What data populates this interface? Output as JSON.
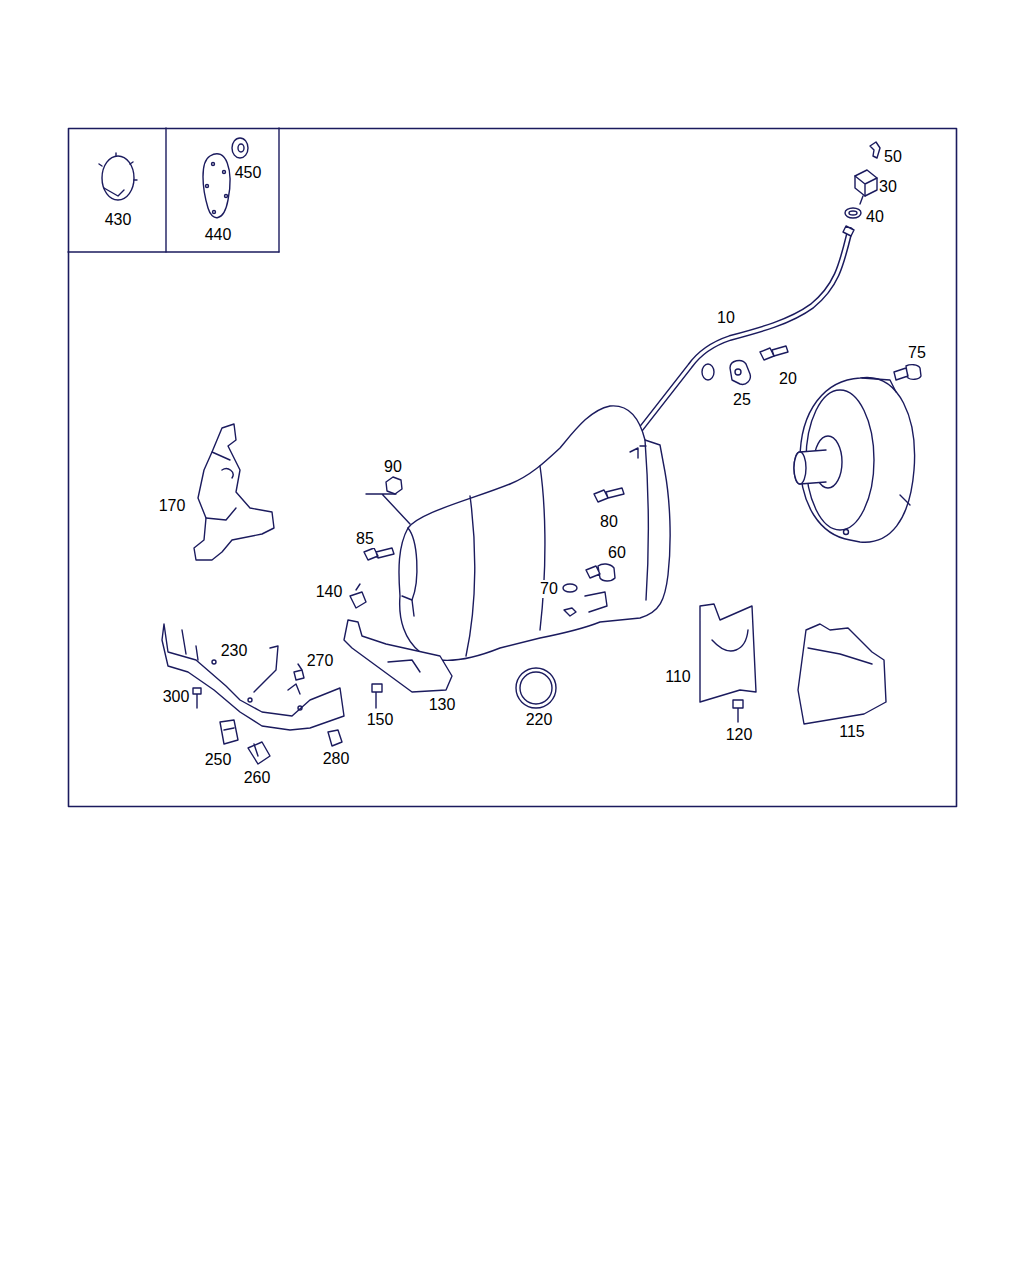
{
  "diagram": {
    "labels": [
      "430",
      "440",
      "450",
      "50",
      "30",
      "40",
      "10",
      "75",
      "20",
      "25",
      "90",
      "80",
      "170",
      "85",
      "60",
      "70",
      "140",
      "230",
      "270",
      "300",
      "130",
      "150",
      "220",
      "110",
      "120",
      "115",
      "250",
      "260",
      "280"
    ]
  }
}
